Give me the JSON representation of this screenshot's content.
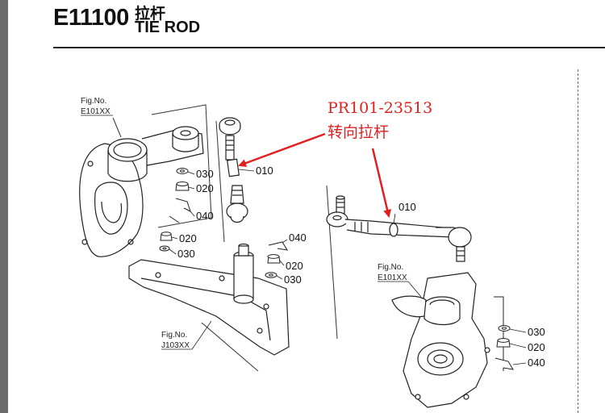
{
  "header": {
    "code": "E11100",
    "title_cn": "拉杆",
    "title_en": "TIE ROD"
  },
  "annotation": {
    "part_number": "PR101-23513",
    "part_name_cn": "转向拉杆",
    "color": "#e02020"
  },
  "fig_refs": {
    "left_knuckle": {
      "line1": "Fig.No.",
      "line2": "E101XX"
    },
    "right_knuckle": {
      "line1": "Fig.No.",
      "line2": "E101XX"
    },
    "axle_bracket": {
      "line1": "Fig.No.",
      "line2": "J103XX"
    }
  },
  "callouts": {
    "left": {
      "tie_rod": "010",
      "washer": "030",
      "nut": "020",
      "cotter_pin": "040"
    },
    "center": {
      "nut": "020",
      "washer": "030",
      "cotter_pin": "040",
      "nut_2": "020",
      "washer_2": "030"
    },
    "right": {
      "tie_rod": "010",
      "washer": "030",
      "nut": "020",
      "cotter_pin": "040"
    }
  }
}
